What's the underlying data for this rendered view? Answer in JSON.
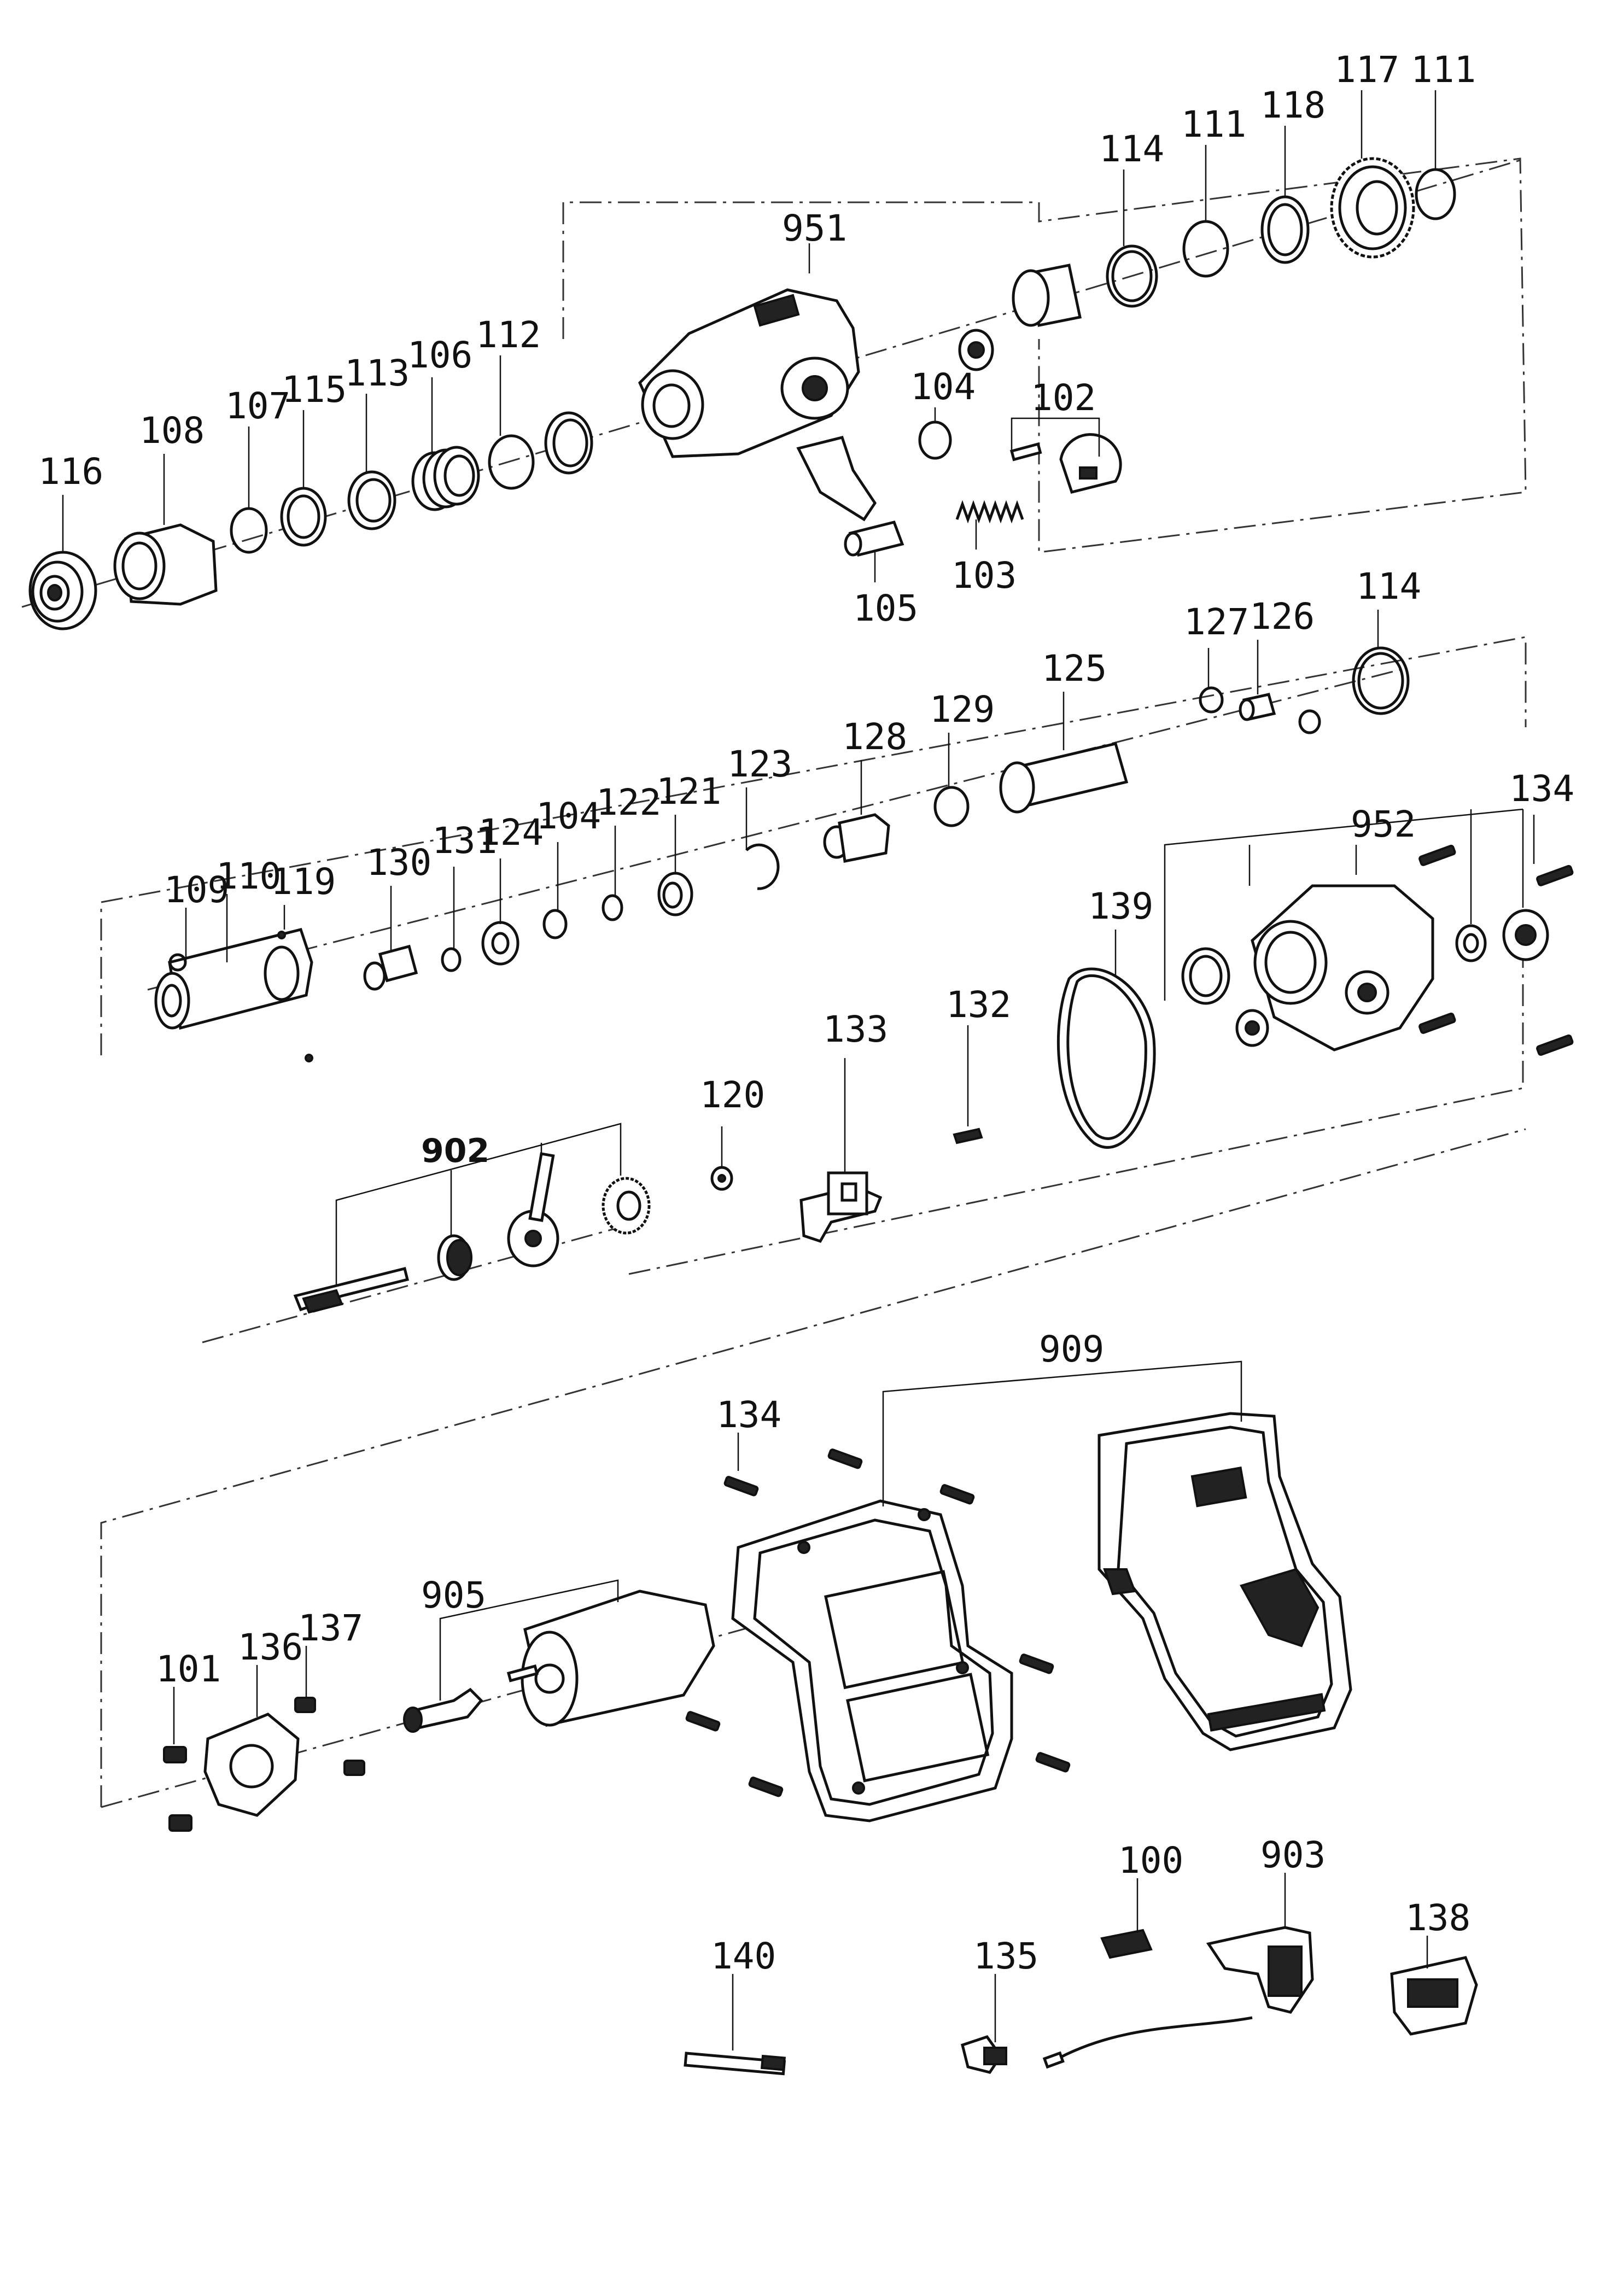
{
  "diagram": {
    "type": "exploded parts drawing",
    "labels": {
      "p116": "116",
      "p108": "108",
      "p107": "107",
      "p115": "115",
      "p113": "113",
      "p106": "106",
      "p112": "112",
      "p951": "951",
      "p114a": "114",
      "p111a": "111",
      "p118": "118",
      "p117": "117",
      "p111b": "111",
      "p104a": "104",
      "p102": "102",
      "p103": "103",
      "p105": "105",
      "p127": "127",
      "p126": "126",
      "p114b": "114",
      "p125": "125",
      "p129": "129",
      "p128": "128",
      "p123": "123",
      "p121": "121",
      "p122": "122",
      "p104b": "104",
      "p124": "124",
      "p131": "131",
      "p130": "130",
      "p119": "119",
      "p110": "110",
      "p109": "109",
      "p952": "952",
      "p134a": "134",
      "p139": "139",
      "p902": "902",
      "p120": "120",
      "p133": "133",
      "p132": "132",
      "p909": "909",
      "p134b": "134",
      "p905": "905",
      "p137": "137",
      "p136": "136",
      "p101": "101",
      "p100": "100",
      "p903": "903",
      "p138": "138",
      "p140": "140",
      "p135": "135"
    }
  }
}
